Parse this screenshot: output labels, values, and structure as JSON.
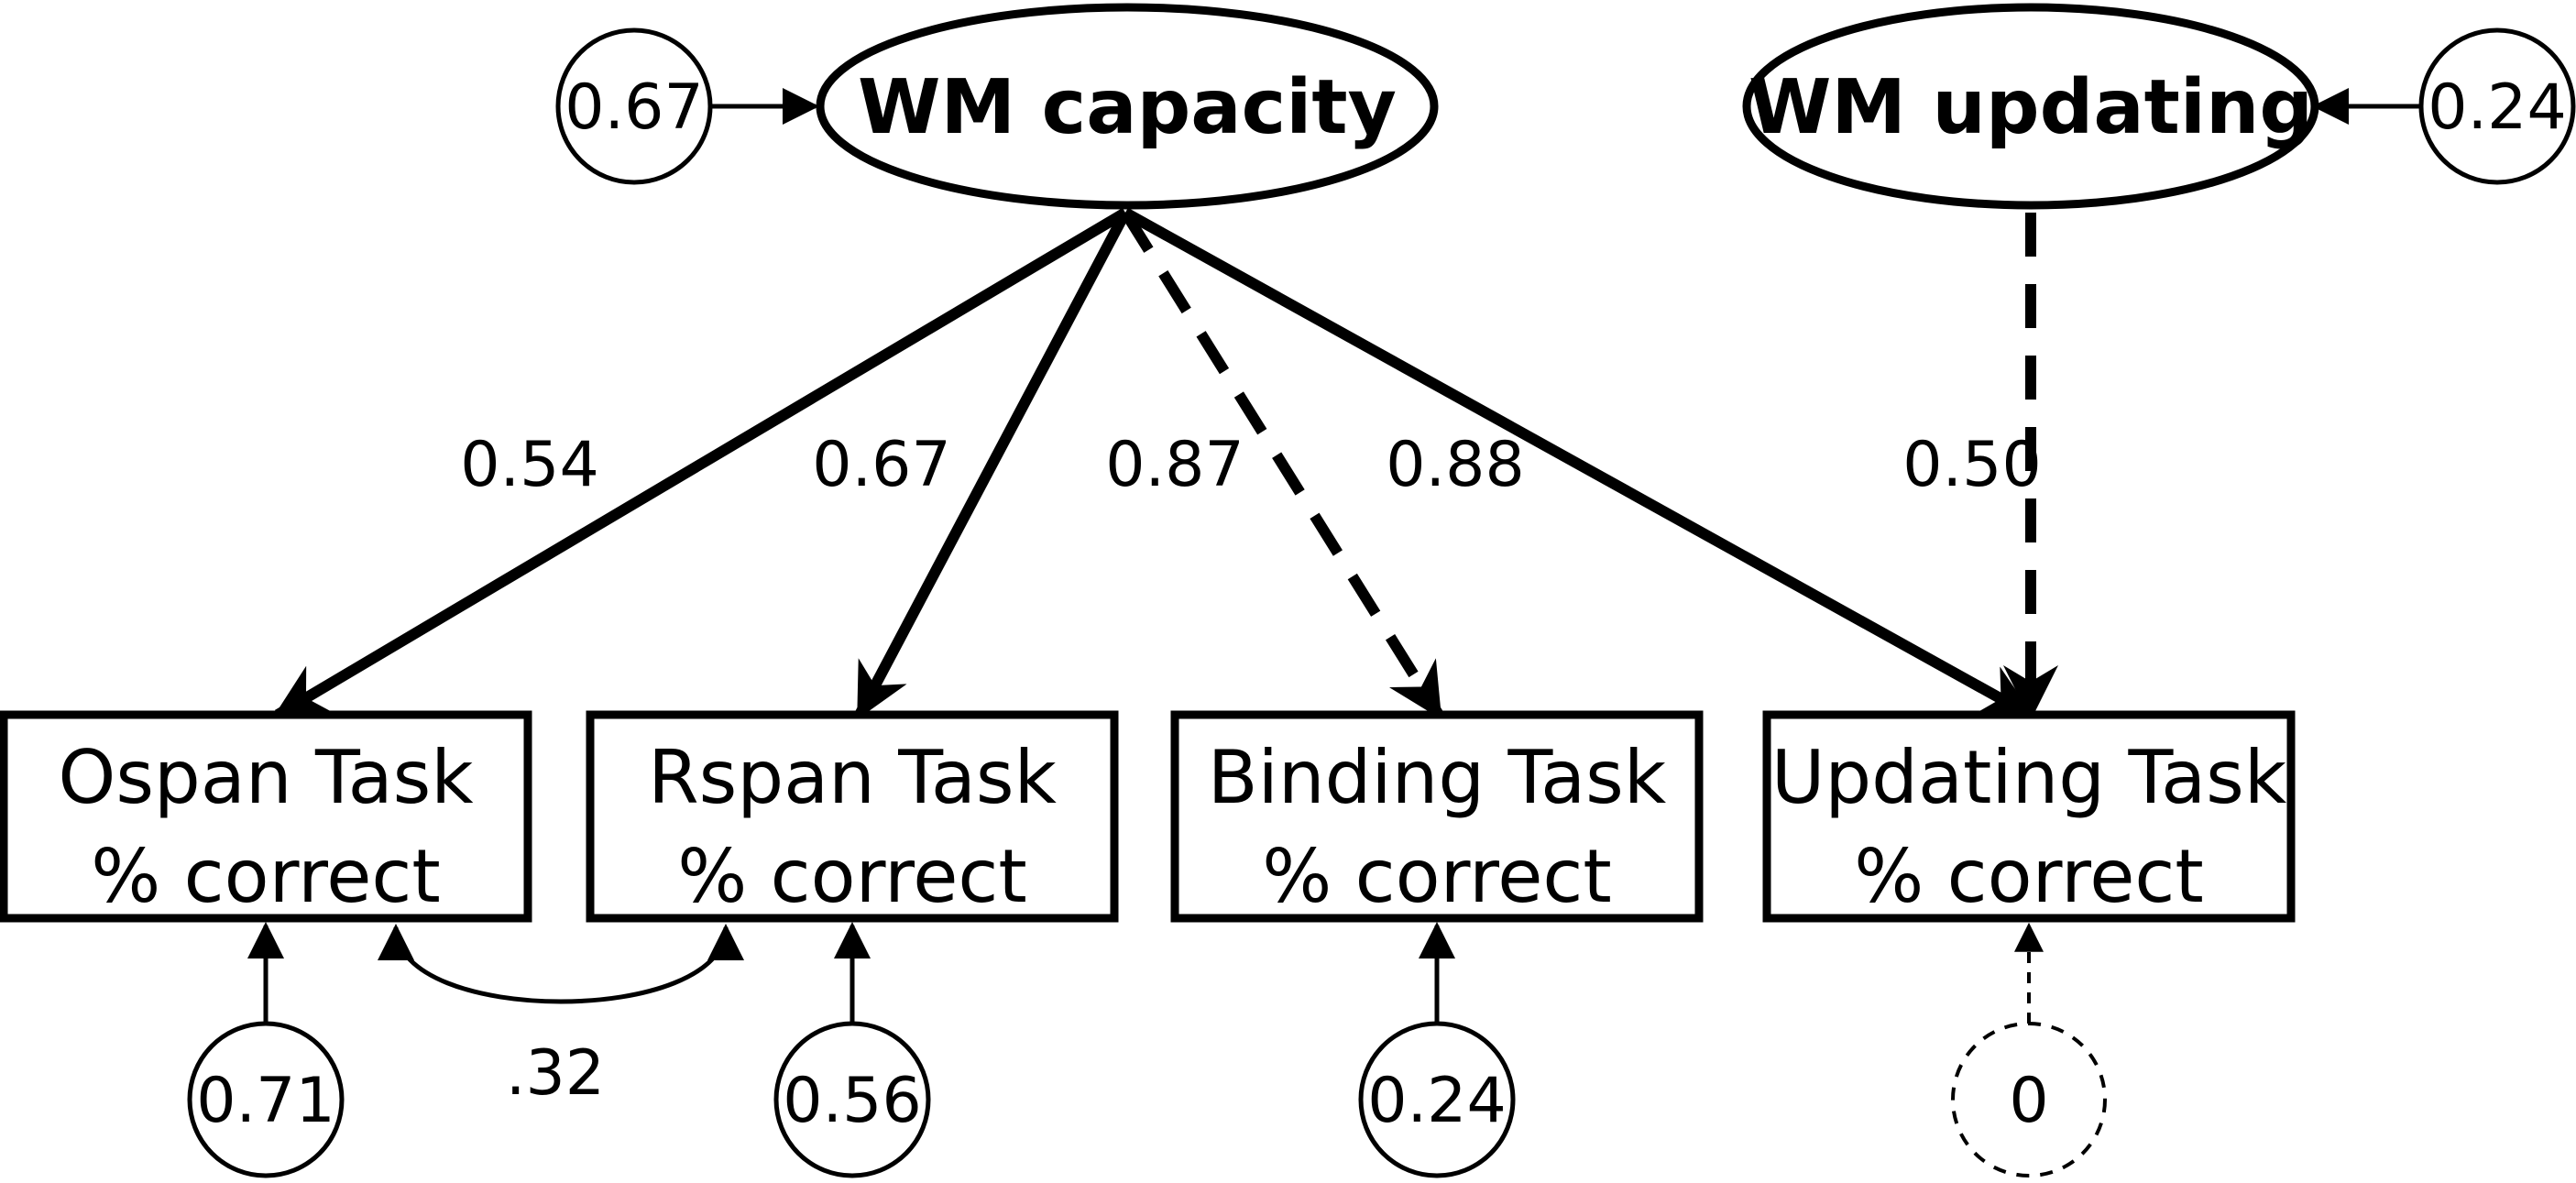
{
  "latents": [
    {
      "id": "wm_capacity",
      "label": "WM capacity",
      "residual": "0.67"
    },
    {
      "id": "wm_updating",
      "label": "WM updating",
      "residual": "0.24"
    }
  ],
  "indicators": [
    {
      "id": "ospan",
      "line1": "Ospan Task",
      "line2": "% correct",
      "error": "0.71"
    },
    {
      "id": "rspan",
      "line1": "Rspan Task",
      "line2": "% correct",
      "error": "0.56"
    },
    {
      "id": "binding",
      "line1": "Binding Task",
      "line2": "% correct",
      "error": "0.24"
    },
    {
      "id": "updating",
      "line1": "Updating Task",
      "line2": "% correct",
      "error": "0"
    }
  ],
  "paths": [
    {
      "from": "wm_capacity",
      "to": "ospan",
      "coef": "0.54",
      "style": "solid"
    },
    {
      "from": "wm_capacity",
      "to": "rspan",
      "coef": "0.67",
      "style": "solid"
    },
    {
      "from": "wm_capacity",
      "to": "binding",
      "coef": "0.87",
      "style": "dashed"
    },
    {
      "from": "wm_capacity",
      "to": "updating",
      "coef": "0.88",
      "style": "solid"
    },
    {
      "from": "wm_updating",
      "to": "updating",
      "coef": "0.50",
      "style": "dashed"
    }
  ],
  "covariances": [
    {
      "between": [
        "ospan",
        "rspan"
      ],
      "value": ".32"
    }
  ],
  "colors": {
    "stroke": "#000000",
    "background": "#ffffff"
  }
}
